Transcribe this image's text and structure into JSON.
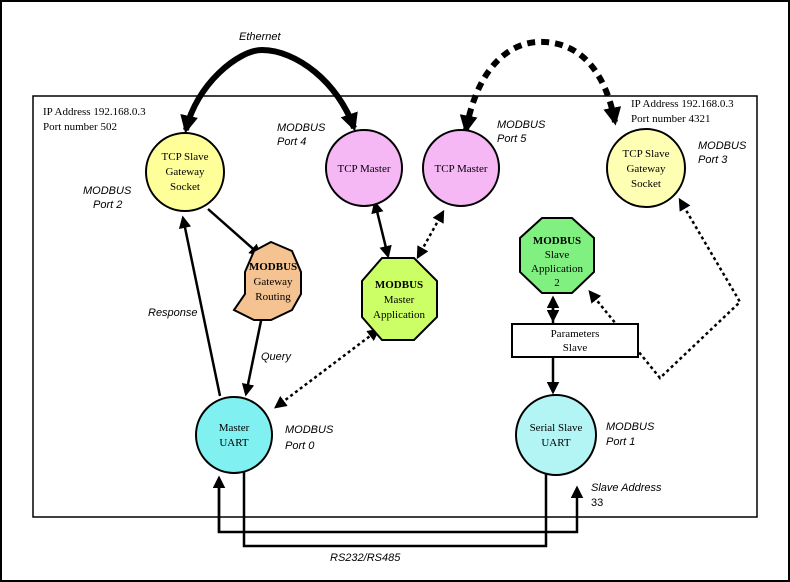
{
  "labels": {
    "ethernet": "Ethernet",
    "rs_bus": "RS232/RS485",
    "response": "Response",
    "query": "Query",
    "ip_left_1": "IP Address 192.168.0.3",
    "ip_left_2": "Port number 502",
    "ip_right_1": "IP Address 192.168.0.3",
    "ip_right_2": "Port number 4321",
    "port4_1": "MODBUS",
    "port4_2": "Port 4",
    "port5_1": "MODBUS",
    "port5_2": "Port 5",
    "port2_1": "MODBUS",
    "port2_2": "Port 2",
    "port3_1": "MODBUS",
    "port3_2": "Port 3",
    "port0_1": "MODBUS",
    "port0_2": "Port 0",
    "port1_1": "MODBUS",
    "port1_2": "Port 1",
    "slave_addr_1": "Slave Address",
    "slave_addr_2": "33"
  },
  "nodes": {
    "tcp_slave_left": {
      "line1": "TCP Slave",
      "line2": "Gateway",
      "line3": "Socket",
      "fill": "#ffff99"
    },
    "tcp_master_1": {
      "line1": "TCP Master",
      "fill": "#f5b8f5"
    },
    "tcp_master_2": {
      "line1": "TCP Master",
      "fill": "#f5b8f5"
    },
    "tcp_slave_right": {
      "line1": "TCP Slave",
      "line2": "Gateway",
      "line3": "Socket",
      "fill": "#ffffb3"
    },
    "gateway_routing": {
      "line1": "MODBUS",
      "line2": "Gateway",
      "line3": "Routing",
      "fill": "#f5c291"
    },
    "master_application": {
      "line1": "MODBUS",
      "line2": "Master",
      "line3": "Application",
      "fill": "#ccff66"
    },
    "slave_application": {
      "line1": "MODBUS",
      "line2": "Slave",
      "line3": "Application",
      "line4": "2",
      "fill": "#80f080"
    },
    "master_uart": {
      "line1": "Master",
      "line2": "UART",
      "fill": "#80f0f0"
    },
    "serial_slave_uart": {
      "line1": "Serial Slave",
      "line2": "UART",
      "fill": "#b3f5f5"
    },
    "parameters_slave": {
      "line1": "Parameters",
      "line2": "Slave",
      "fill": "#ffffff"
    }
  }
}
